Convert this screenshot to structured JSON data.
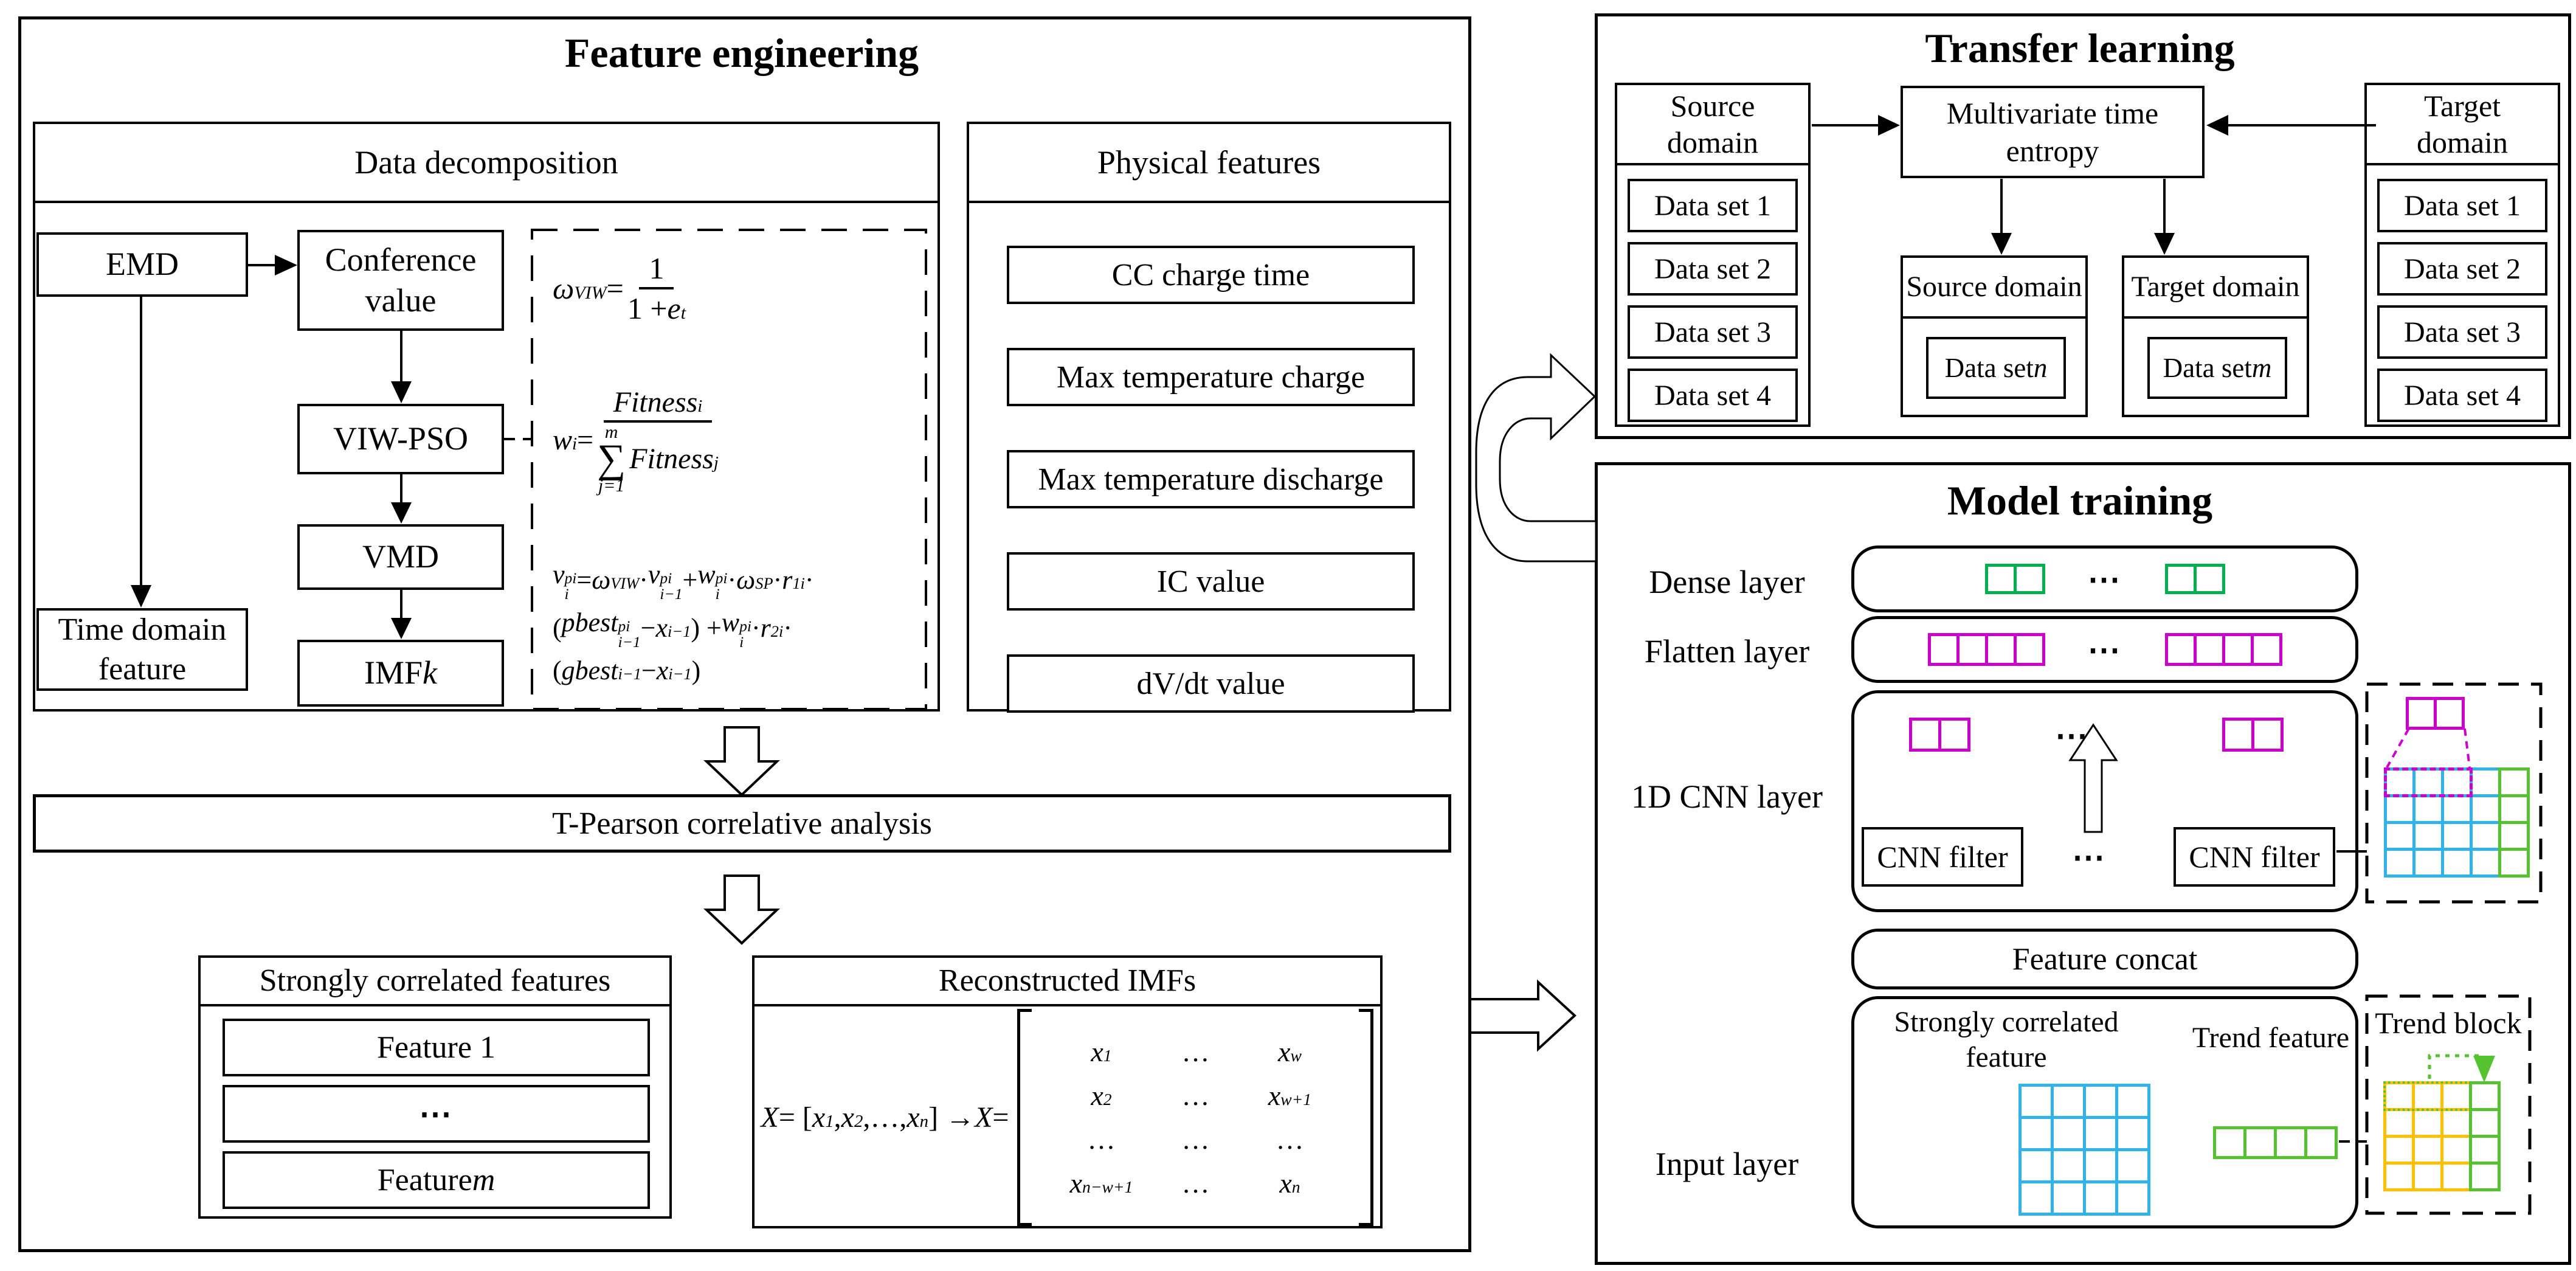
{
  "colors": {
    "magenta": "#CC00CC",
    "green": "#00B050",
    "light_green": "#55C230",
    "cyan": "#2FB3EA",
    "yellow": "#FFC000"
  },
  "feature_engineering": {
    "title": "Feature engineering",
    "data_decomposition": {
      "title": "Data decomposition",
      "emd": "EMD",
      "conference_value": "Conference value",
      "viw_pso": "VIW-PSO",
      "vmd": "VMD",
      "imf": [
        {
          "v": "IMF"
        },
        {
          "v": "k",
          "it": true
        }
      ],
      "time_domain_feature": "Time domain feature",
      "formulas": {
        "omega": [
          {
            "v": "ω",
            "it": true,
            "sub": "VIW"
          },
          {
            "v": " = "
          },
          {
            "frac": {
              "num": [
                {
                  "v": "1"
                }
              ],
              "den": [
                {
                  "v": "1 + "
                },
                {
                  "v": "e",
                  "it": true,
                  "sup": "t"
                }
              ]
            }
          }
        ],
        "weight": [
          {
            "v": "w",
            "it": true,
            "sub": "i"
          },
          {
            "v": " = "
          },
          {
            "frac": {
              "num": [
                {
                  "v": "Fitness",
                  "it": true,
                  "sub": "i"
                }
              ],
              "den": [
                {
                  "sum": {
                    "top": "m",
                    "bot": "j=1"
                  }
                },
                {
                  "v": "Fitness",
                  "it": true,
                  "sub": "j"
                }
              ]
            }
          }
        ],
        "velocity": [
          [
            {
              "v": "v",
              "it": true,
              "sup": "pi",
              "sub": "i"
            },
            {
              "v": " = "
            },
            {
              "v": "ω",
              "it": true,
              "sub": "VIW"
            },
            {
              "v": " · "
            },
            {
              "v": "v",
              "it": true,
              "sup": "pi",
              "sub": "i−1"
            },
            {
              "v": " + "
            },
            {
              "v": "w",
              "it": true,
              "sup": "pi",
              "sub": "i"
            },
            {
              "v": " · "
            },
            {
              "v": "ω",
              "it": true,
              "sub": "SP"
            },
            {
              "v": " · "
            },
            {
              "v": "r",
              "it": true,
              "sub": "1i"
            },
            {
              "v": " ·"
            }
          ],
          [
            {
              "v": "("
            },
            {
              "v": "pbest",
              "it": true,
              "sup": "pi",
              "sub": "i−1"
            },
            {
              "v": " − "
            },
            {
              "v": "x",
              "it": true,
              "sub": "i−1"
            },
            {
              "v": ") + "
            },
            {
              "v": "w",
              "it": true,
              "sup": "pi",
              "sub": "i"
            },
            {
              "v": " · "
            },
            {
              "v": "r",
              "it": true,
              "sub": "2i"
            },
            {
              "v": " ·"
            }
          ],
          [
            {
              "v": "("
            },
            {
              "v": "gbest",
              "it": true,
              "sub": "i−1"
            },
            {
              "v": " − "
            },
            {
              "v": "x",
              "it": true,
              "sub": "i−1"
            },
            {
              "v": ")"
            }
          ]
        ]
      }
    },
    "physical_features": {
      "title": "Physical features",
      "items": [
        "CC charge time",
        "Max temperature charge",
        "Max temperature discharge",
        "IC value",
        "dV/dt value"
      ]
    },
    "t_pearson": "T-Pearson correlative analysis",
    "strongly_correlated": {
      "title": "Strongly correlated features",
      "items": [
        [
          {
            "v": "Feature 1"
          }
        ],
        [
          {
            "v": "⋯"
          }
        ],
        [
          {
            "v": "Feature "
          },
          {
            "v": "m",
            "it": true
          }
        ]
      ]
    },
    "reconstructed": {
      "title": "Reconstructed IMFs",
      "lead": [
        {
          "v": "X",
          "it": true
        },
        {
          "v": " = ["
        },
        {
          "v": "x",
          "it": true,
          "sub": "1"
        },
        {
          "v": ","
        },
        {
          "v": "x",
          "it": true,
          "sub": "2"
        },
        {
          "v": ",…,"
        },
        {
          "v": "x",
          "it": true,
          "sub": "n"
        },
        {
          "v": "] → "
        },
        {
          "v": "X",
          "it": true
        },
        {
          "v": " ="
        }
      ],
      "matrix": [
        [
          [
            {
              "v": "x",
              "it": true,
              "sub": "1"
            }
          ],
          [
            {
              "v": "…"
            }
          ],
          [
            {
              "v": "x",
              "it": true,
              "sub": "w"
            }
          ]
        ],
        [
          [
            {
              "v": "x",
              "it": true,
              "sub": "2"
            }
          ],
          [
            {
              "v": "…"
            }
          ],
          [
            {
              "v": "x",
              "it": true,
              "sub": "w+1"
            }
          ]
        ],
        [
          [
            {
              "v": "…"
            }
          ],
          [
            {
              "v": "…"
            }
          ],
          [
            {
              "v": "…"
            }
          ]
        ],
        [
          [
            {
              "v": "x",
              "it": true,
              "sub": "n−w+1"
            }
          ],
          [
            {
              "v": "…"
            }
          ],
          [
            {
              "v": "x",
              "it": true,
              "sub": "n"
            }
          ]
        ]
      ]
    }
  },
  "transfer_learning": {
    "title": "Transfer learning",
    "entropy": "Multivariate time entropy",
    "source": {
      "label": "Source domain",
      "datasets": [
        "Data set 1",
        "Data set 2",
        "Data set 3",
        "Data set 4"
      ]
    },
    "target": {
      "label": "Target domain",
      "datasets": [
        "Data set 1",
        "Data set 2",
        "Data set 3",
        "Data set 4"
      ]
    },
    "source_selected": {
      "label": "Source domain",
      "dataset": [
        {
          "v": "Data set "
        },
        {
          "v": "n",
          "it": true
        }
      ]
    },
    "target_selected": {
      "label": "Target domain",
      "dataset": [
        {
          "v": "Data set "
        },
        {
          "v": "m",
          "it": true
        }
      ]
    }
  },
  "model_training": {
    "title": "Model training",
    "labels": {
      "dense": "Dense layer",
      "flatten": "Flatten layer",
      "cnn": "1D CNN layer",
      "input": "Input layer"
    },
    "cnn_filter": "CNN filter",
    "feature_concat": "Feature concat",
    "strongly_correlated_feature": "Strongly correlated feature",
    "trend_feature": "Trend feature",
    "trend_block": "Trend block",
    "ellipsis": "⋯"
  }
}
